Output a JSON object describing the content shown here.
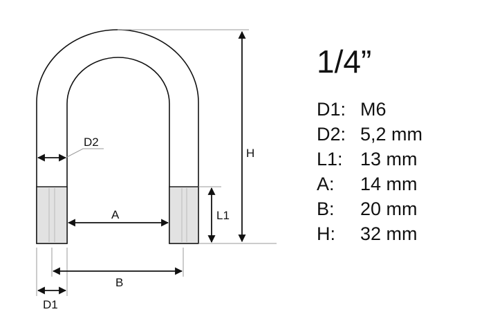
{
  "diagram": {
    "dimension_labels": {
      "d1": "D1",
      "d2": "D2",
      "a": "A",
      "b": "B",
      "l1": "L1",
      "h": "H"
    }
  },
  "spec": {
    "title": "1/4”",
    "rows": [
      {
        "key": "D1:",
        "value": "M6"
      },
      {
        "key": "D2:",
        "value": "5,2 mm"
      },
      {
        "key": "L1:",
        "value": "13 mm"
      },
      {
        "key": "A:",
        "value": "14 mm"
      },
      {
        "key": "B:",
        "value": "20 mm"
      },
      {
        "key": "H:",
        "value": "32 mm"
      }
    ]
  },
  "colors": {
    "line": "#111111",
    "thread_fill": "#e2e2e2",
    "extension_line": "#9a9a9a"
  }
}
